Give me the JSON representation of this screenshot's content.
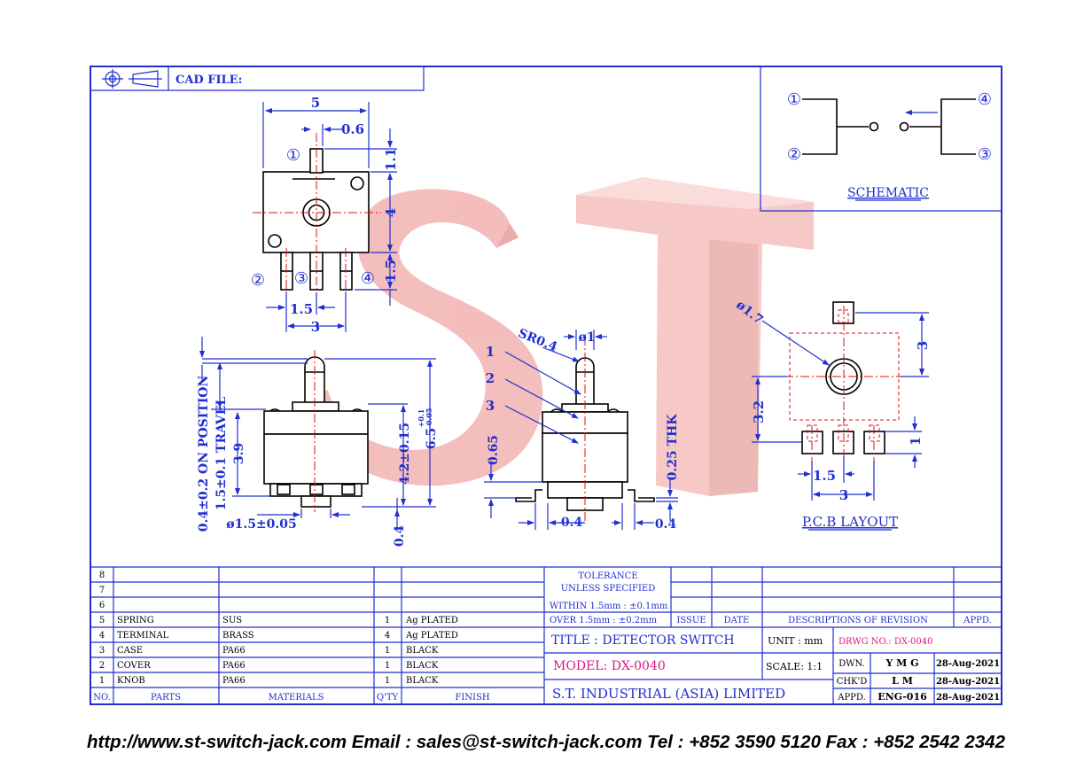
{
  "header": {
    "cad_file_label": "CAD FILE:"
  },
  "watermark": {
    "letters": "ST"
  },
  "schematic": {
    "title": "SCHEMATIC",
    "pins": [
      "①",
      "②",
      "③",
      "④"
    ]
  },
  "top_view": {
    "dims": {
      "width": "5",
      "offset": "0.6",
      "pin_ext": "1.1",
      "body_h": "4",
      "leg_h": "1.5",
      "pitch": "1.5",
      "span": "3"
    },
    "pins": [
      "①",
      "②",
      "③",
      "④"
    ]
  },
  "front_view": {
    "labels": {
      "on_position": "0.4±0.2 ON POSITION",
      "travel": "1.5±0.1 TRAVEL",
      "h39": "3.9",
      "h42": "4.2±0.15",
      "h65": "6.5",
      "h65_tol_up": "+0.1",
      "h65_tol_dn": "-0.05",
      "dia": "ø1.5±0.05",
      "bottom": "0.4"
    }
  },
  "side_view": {
    "labels": {
      "sr": "SR0.4",
      "dia": "ø1",
      "h065": "0.65",
      "thk": "0.25 THK",
      "w04a": "0.4",
      "w04b": "0.4"
    },
    "callouts": [
      "1",
      "2",
      "3"
    ]
  },
  "pcb": {
    "title": "P.C.B LAYOUT",
    "labels": {
      "dia": "ø1.7",
      "h3": "3",
      "h32": "3.2",
      "h1": "1",
      "pitch": "1.5",
      "span": "3"
    }
  },
  "bom": {
    "header": {
      "no": "NO.",
      "parts": "PARTS",
      "materials": "MATERIALS",
      "qty": "Q'TY",
      "finish": "FINISH"
    },
    "rows": [
      {
        "no": "8",
        "part": "",
        "material": "",
        "qty": "",
        "finish": ""
      },
      {
        "no": "7",
        "part": "",
        "material": "",
        "qty": "",
        "finish": ""
      },
      {
        "no": "6",
        "part": "",
        "material": "",
        "qty": "",
        "finish": ""
      },
      {
        "no": "5",
        "part": "SPRING",
        "material": "SUS",
        "qty": "1",
        "finish": "Ag PLATED"
      },
      {
        "no": "4",
        "part": "TERMINAL",
        "material": "BRASS",
        "qty": "4",
        "finish": "Ag PLATED"
      },
      {
        "no": "3",
        "part": "CASE",
        "material": "PA66",
        "qty": "1",
        "finish": "BLACK"
      },
      {
        "no": "2",
        "part": "COVER",
        "material": "PA66",
        "qty": "1",
        "finish": "BLACK"
      },
      {
        "no": "1",
        "part": "KNOB",
        "material": "PA66",
        "qty": "1",
        "finish": "BLACK"
      }
    ]
  },
  "tolerance": {
    "line1": "TOLERANCE",
    "line2": "UNLESS   SPECIFIED",
    "line3": "WITHIN  1.5mm : ±0.1mm",
    "line4": "OVER    1.5mm : ±0.2mm"
  },
  "revision": {
    "issue": "ISSUE",
    "date": "DATE",
    "desc": "DESCRIPTIONS OF REVISION",
    "appd": "APPD."
  },
  "title_block": {
    "title": "TITLE : DETECTOR SWITCH",
    "unit": "UNIT :  mm",
    "drwg": "DRWG NO.: DX-0040",
    "model": "MODEL: DX-0040",
    "scale": "SCALE:  1:1",
    "dwn_label": "DWN.",
    "dwn": "Y M G",
    "dwn_date": "28-Aug-2021",
    "chkd_label": "CHK'D",
    "chkd": "L M",
    "chkd_date": "28-Aug-2021",
    "appd_label": "APPD.",
    "appd": "ENG-016",
    "appd_date": "28-Aug-2021",
    "company": "S.T.  INDUSTRIAL  (ASIA)  LIMITED"
  },
  "footer": {
    "text": "http://www.st-switch-jack.com  Email : sales@st-switch-jack.com  Tel : +852 3590 5120  Fax : +852 2542 2342"
  }
}
